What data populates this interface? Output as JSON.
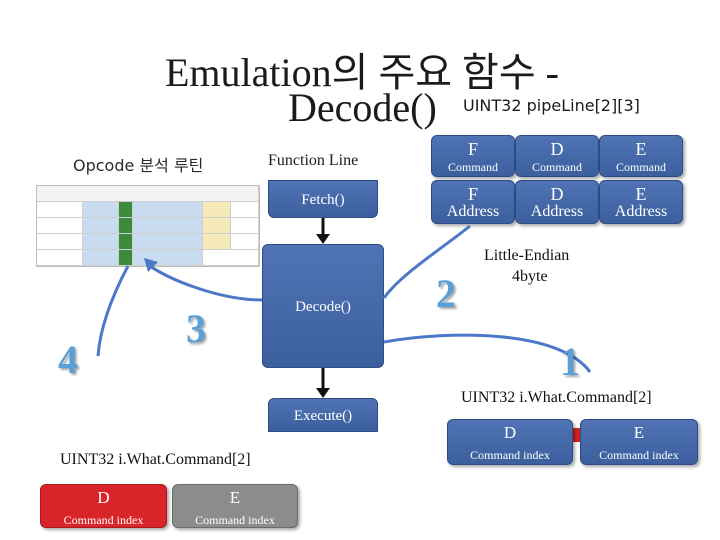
{
  "title": {
    "line1": "Emulation의 주요 함수 -",
    "line2": "Decode()"
  },
  "pipeline_label": "UINT32  pipeLine[2][3]",
  "opcode_label": "Opcode 분석 루틴",
  "function_label": "Function Line",
  "pipeline_table": {
    "top_row": [
      {
        "big": "F",
        "small": "Command"
      },
      {
        "big": "D",
        "small": "Command"
      },
      {
        "big": "E",
        "small": "Command"
      }
    ],
    "bottom_row": [
      {
        "big": "F",
        "small": "Address"
      },
      {
        "big": "D",
        "small": "Address"
      },
      {
        "big": "E",
        "small": "Address"
      }
    ]
  },
  "stages": {
    "fetch": "Fetch()",
    "decode": "Decode()",
    "execute": "Execute()"
  },
  "numbers": {
    "n1": "1",
    "n2": "2",
    "n3": "3",
    "n4": "4"
  },
  "endian_note": {
    "line1": "Little-Endian",
    "line2": "4byte"
  },
  "right_what_command": {
    "label": "UINT32  i.What.Command[2]",
    "d": {
      "big": "D",
      "small": "Command index"
    },
    "e": {
      "big": "E",
      "small": "Command index"
    }
  },
  "left_what_command": {
    "label": "UINT32  i.What.Command[2]",
    "d": {
      "big": "D",
      "small": "Command index"
    },
    "e": {
      "big": "E",
      "small": "Command index"
    }
  },
  "colors": {
    "box_blue": "#4a6eaf",
    "highlight_red": "#d9242a",
    "gray_box": "#8c8c8c",
    "arrow_red": "#d42020",
    "number_blue": "#5a9fd6",
    "connector_blue": "#4c78c8"
  }
}
